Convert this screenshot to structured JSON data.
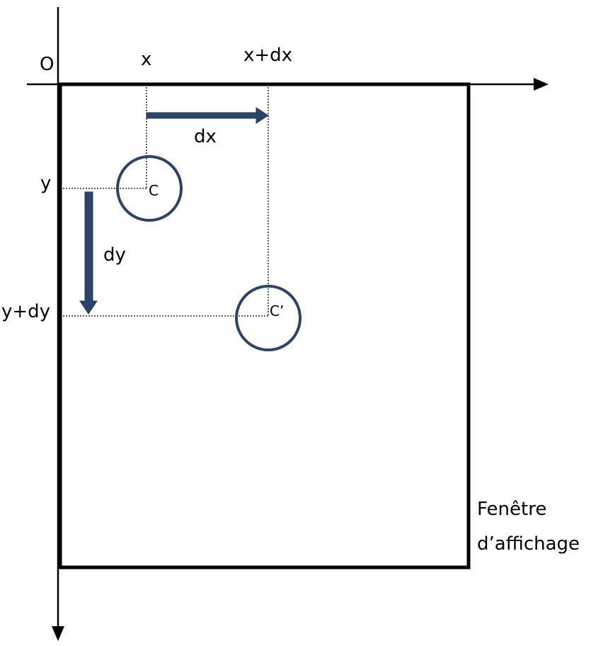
{
  "labels": {
    "origin": "O",
    "x": "x",
    "x_plus_dx": "x+dx",
    "dx": "dx",
    "y": "y",
    "dy": "dy",
    "y_plus_dy": "y+dy",
    "center_c": "C",
    "center_c_prime": "C’",
    "window_line1": "Fenêtre",
    "window_line2": "d’affichage"
  },
  "colors": {
    "axis": "#000000",
    "window_border": "#000000",
    "arrow": "#2c4467",
    "circle": "#2c4467",
    "guide": "#000000"
  }
}
